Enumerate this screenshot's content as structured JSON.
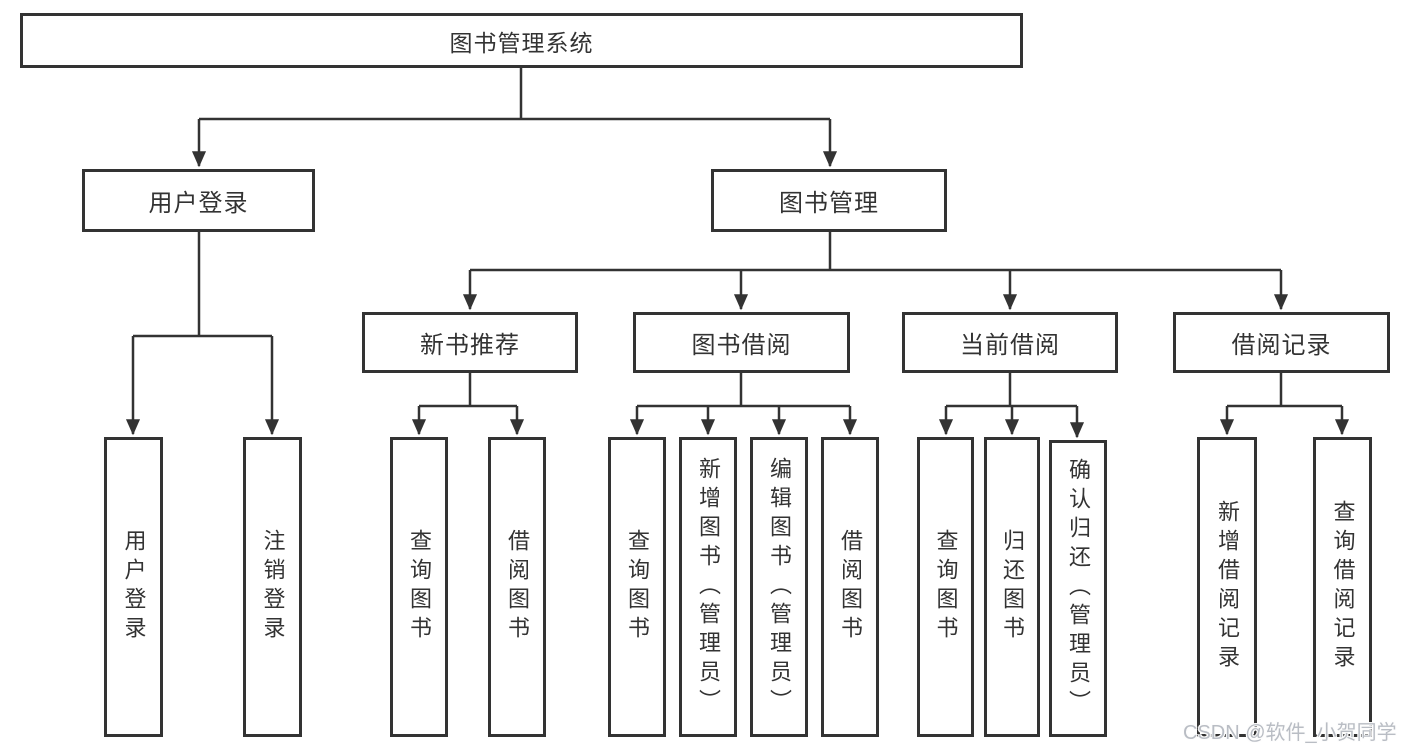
{
  "diagram": {
    "root": {
      "label": "图书管理系统"
    },
    "level2": [
      {
        "id": "user-login",
        "label": "用户登录"
      },
      {
        "id": "book-management",
        "label": "图书管理"
      }
    ],
    "level3": [
      {
        "id": "new-book-recommend",
        "parent": "图书管理",
        "label": "新书推荐"
      },
      {
        "id": "book-borrow",
        "parent": "图书管理",
        "label": "图书借阅"
      },
      {
        "id": "current-borrow",
        "parent": "图书管理",
        "label": "当前借阅"
      },
      {
        "id": "borrow-records",
        "parent": "图书管理",
        "label": "借阅记录"
      }
    ],
    "leaves": [
      {
        "parent": "用户登录",
        "label": "用户登录"
      },
      {
        "parent": "用户登录",
        "label": "注销登录"
      },
      {
        "parent": "新书推荐",
        "label": "查询图书"
      },
      {
        "parent": "新书推荐",
        "label": "借阅图书"
      },
      {
        "parent": "图书借阅",
        "label": "查询图书"
      },
      {
        "parent": "图书借阅",
        "label": "新增图书（管理员）"
      },
      {
        "parent": "图书借阅",
        "label": "编辑图书（管理员）"
      },
      {
        "parent": "图书借阅",
        "label": "借阅图书"
      },
      {
        "parent": "当前借阅",
        "label": "查询图书"
      },
      {
        "parent": "当前借阅",
        "label": "归还图书"
      },
      {
        "parent": "当前借阅",
        "label": "确认归还（管理员）"
      },
      {
        "parent": "借阅记录",
        "label": "新增借阅记录"
      },
      {
        "parent": "借阅记录",
        "label": "查询借阅记录"
      }
    ],
    "colors": {
      "line": "#333333",
      "box_border": "#333333",
      "text": "#333333",
      "background": "#ffffff",
      "watermark": "#b9bdc4"
    }
  },
  "watermark": {
    "text": "CSDN @软件_小贺同学"
  }
}
